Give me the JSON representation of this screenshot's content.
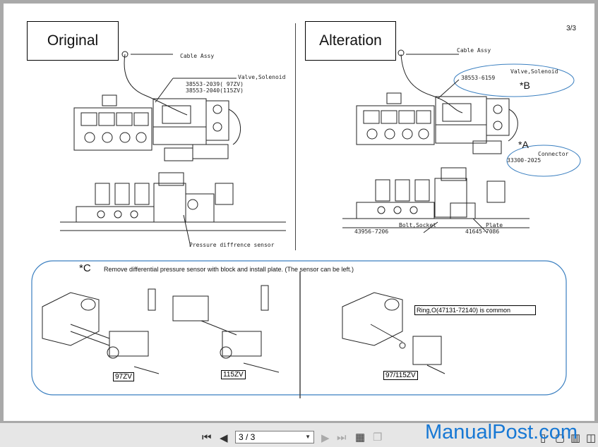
{
  "page_indicator": "3/3",
  "left_panel": {
    "title": "Original",
    "cable_assy": "Cable Assy",
    "valve_solenoid": "Valve,Solenoid",
    "part_1": "38553-2039( 97ZV)",
    "part_2": "38553-2040(115ZV)",
    "pressure_sensor": "Pressure diffrence sensor"
  },
  "right_panel": {
    "title": "Alteration",
    "cable_assy": "Cable Assy",
    "valve_solenoid": "Valve,Solenoid",
    "valve_part": "38553-6159",
    "mark_b": "*B",
    "mark_a": "*A",
    "connector": "Connector",
    "connector_part": "33300-2025",
    "bolt_socket": "Bolt,Socket",
    "bolt_part": "43956-7206",
    "plate": "Plate",
    "plate_part": "41645-7086"
  },
  "bottom_panel": {
    "mark_c": "*C",
    "instruction": "Remove differential pressure sensor with block and install plate. (The sensor can be left.)",
    "tag_97": "97ZV",
    "tag_115": "115ZV",
    "tag_97_115": "97/115ZV",
    "ring_note": "Ring,O(47131-72140) is common"
  },
  "toolbar": {
    "page_value": "3 / 3"
  },
  "watermark": "ManualPost.com"
}
